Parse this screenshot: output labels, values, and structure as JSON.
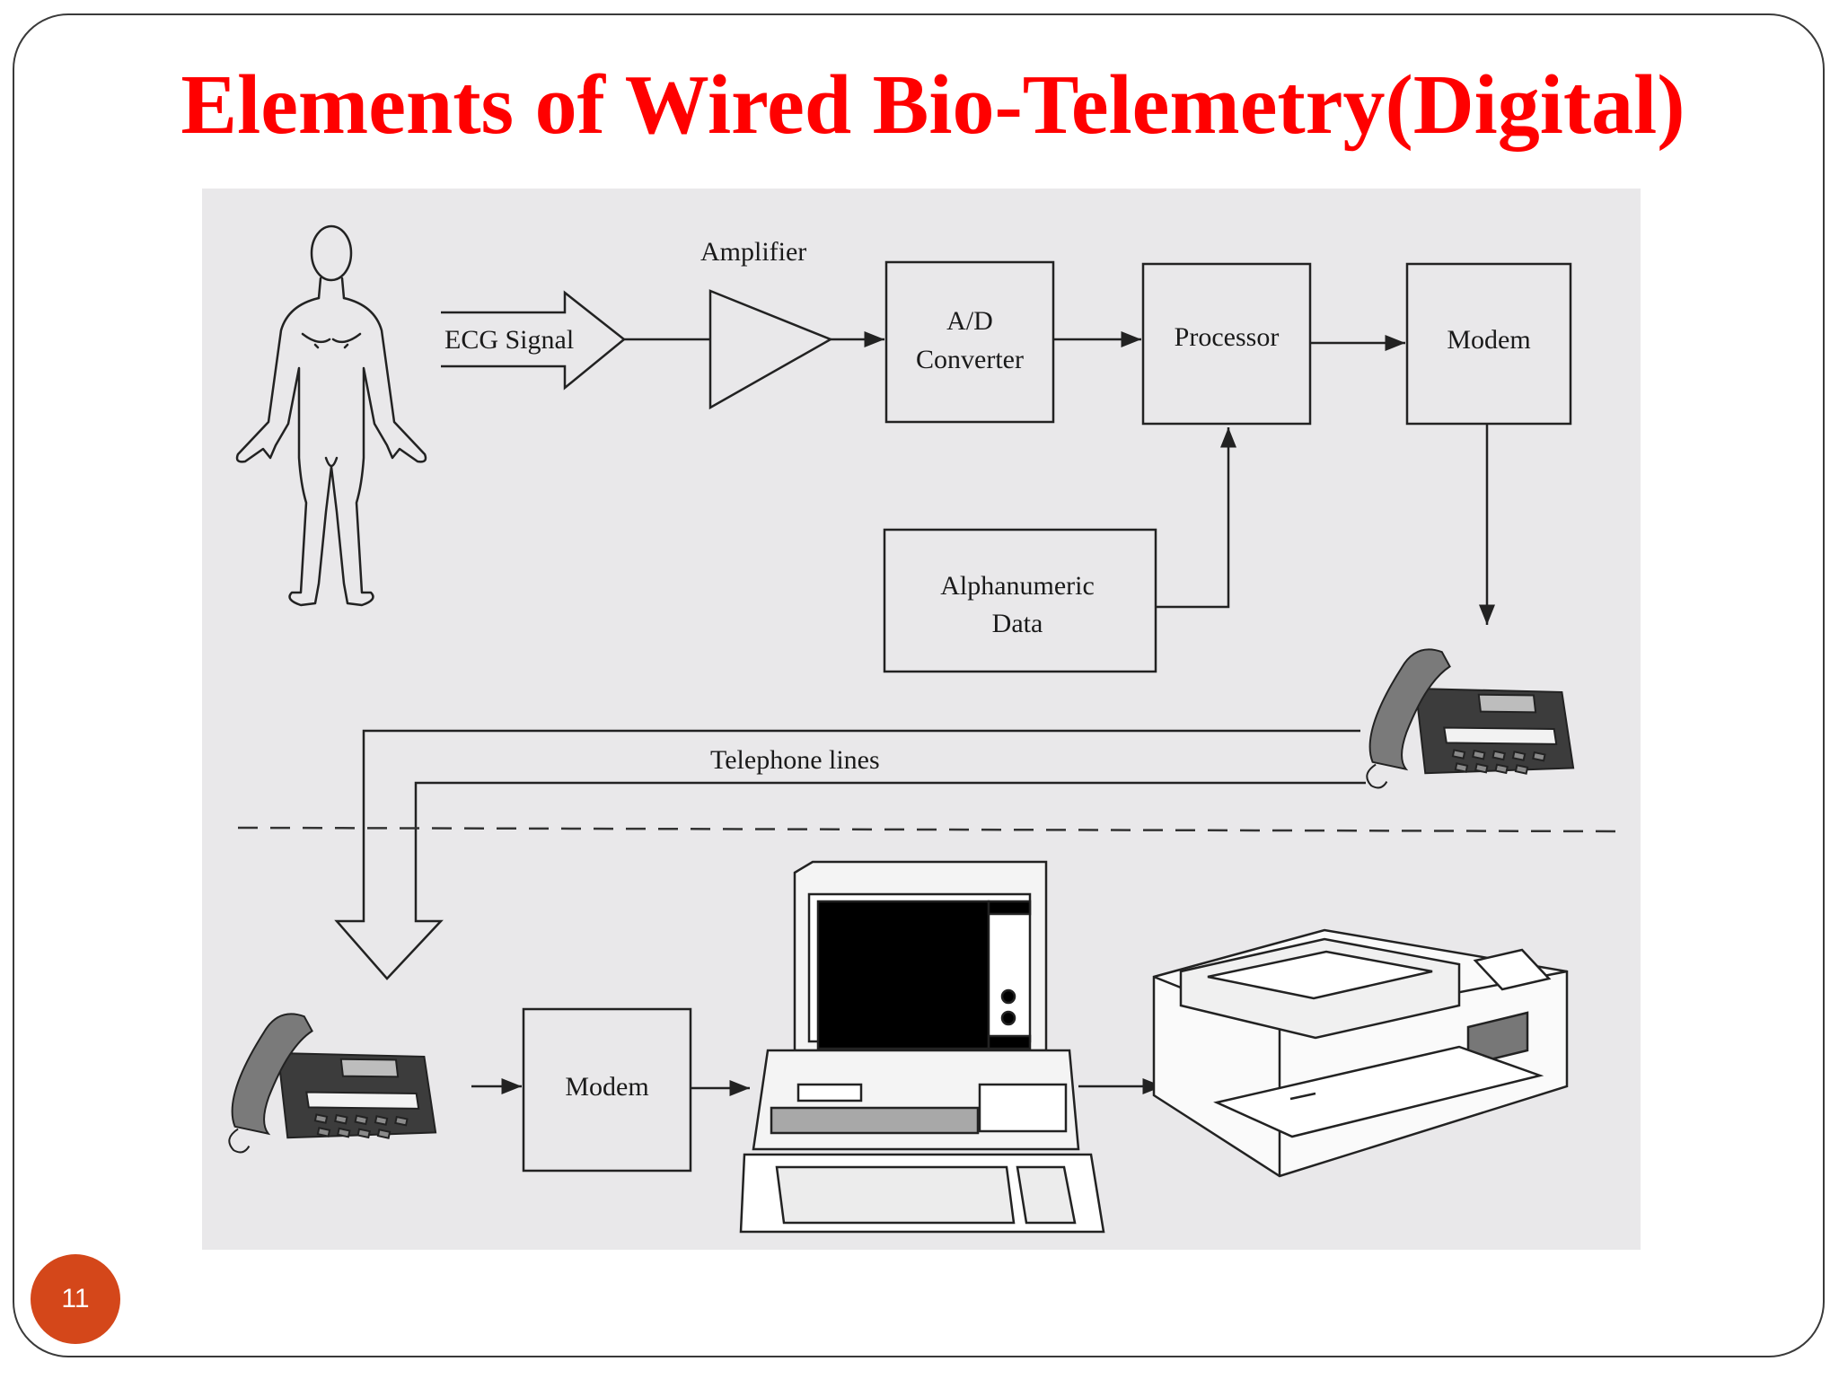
{
  "slide": {
    "title": "Elements of Wired Bio-Telemetry(Digital)",
    "page_number": "11"
  },
  "diagram": {
    "ecg_signal_label": "ECG Signal",
    "amplifier_label": "Amplifier",
    "ad_converter_line1": "A/D",
    "ad_converter_line2": "Converter",
    "processor_label": "Processor",
    "modem_tx_label": "Modem",
    "alphanumeric_line1": "Alphanumeric",
    "alphanumeric_line2": "Data",
    "telephone_lines_label": "Telephone lines",
    "modem_rx_label": "Modem"
  },
  "colors": {
    "title": "#ff0000",
    "page_badge": "#d4471a",
    "panel": "#e9e8ea"
  }
}
